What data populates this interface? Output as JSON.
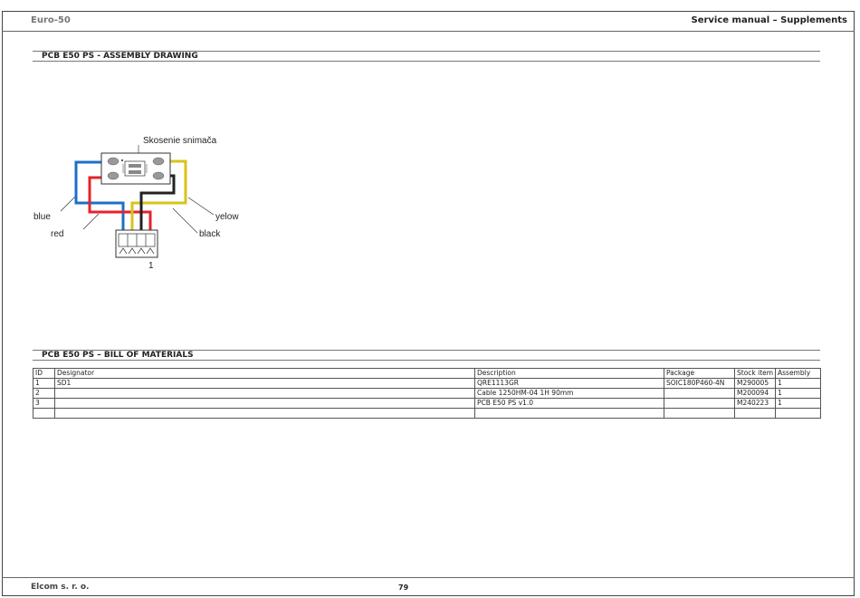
{
  "header": {
    "left": "Euro-50",
    "right": "Service manual – Supplements"
  },
  "sections": {
    "assembly_title": "PCB E50 PS - ASSEMBLY DRAWING",
    "bom_title": "PCB E50 PS – BILL OF MATERIALS"
  },
  "drawing": {
    "labels": {
      "sensor": "Skosenie snimača",
      "blue": "blue",
      "red": "red",
      "yellow": "yelow",
      "black": "black",
      "pin": "1"
    },
    "colors": {
      "blue": "#1e6fc8",
      "red": "#e4232b",
      "yellow": "#d9c31a",
      "black": "#222222"
    }
  },
  "bom": {
    "headers": [
      "ID",
      "Designator",
      "Description",
      "Package",
      "Stock item",
      "Assembly"
    ],
    "rows": [
      [
        "1",
        "SD1",
        "QRE1113GR",
        "SOIC180P460-4N",
        "M290005",
        "1"
      ],
      [
        "2",
        "",
        "Cable 1250HM-04 1H 90mm",
        "",
        "M200094",
        "1"
      ],
      [
        "3",
        "",
        "PCB E50 PS v1.0",
        "",
        "M240223",
        "1"
      ],
      [
        "",
        "",
        "",
        "",
        "",
        ""
      ]
    ]
  },
  "footer": {
    "company": "Elcom s. r. o.",
    "page": "79"
  }
}
